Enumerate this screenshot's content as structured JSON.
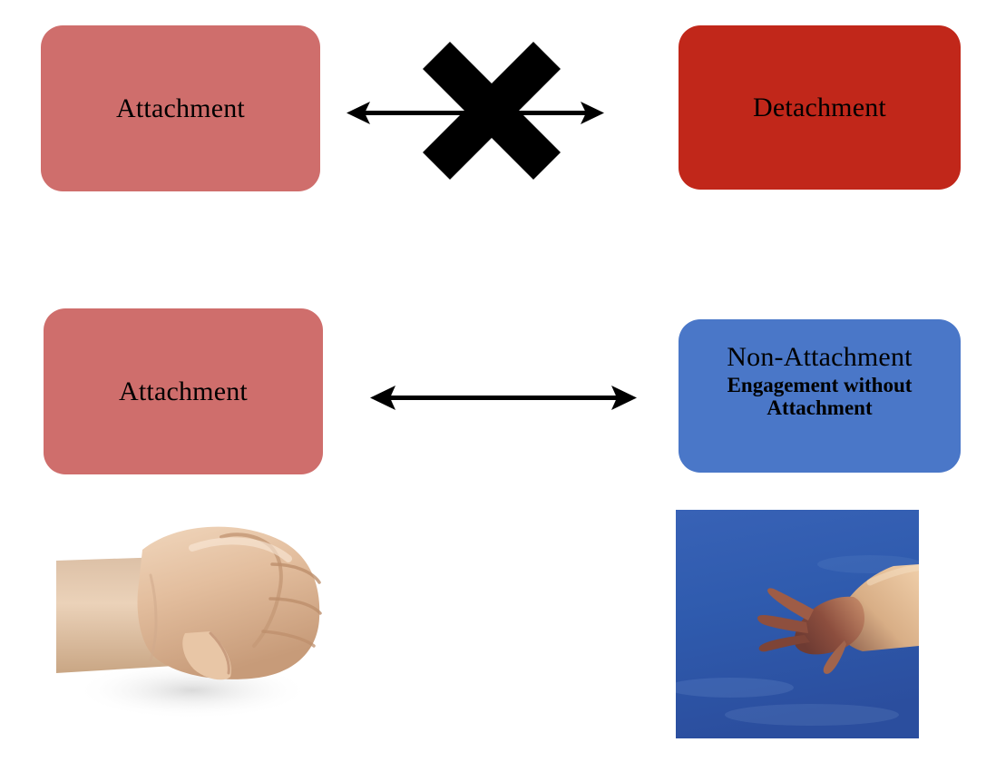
{
  "diagram": {
    "type": "concept-comparison",
    "background_color": "#ffffff",
    "rows": [
      {
        "id": "row-1",
        "relation": "negated",
        "left_label": "Attachment",
        "connector": "double-headed-arrow-crossed-out",
        "right_label": "Detachment"
      },
      {
        "id": "row-2",
        "relation": "affirmed",
        "left_label": "Attachment",
        "connector": "double-headed-arrow",
        "right_title": "Non-Attachment",
        "right_subtitle": "Engagement without Attachment"
      },
      {
        "id": "row-3",
        "relation": "illustration",
        "left_image": "clenched-fist-photo",
        "right_image": "open-hand-against-sky-photo"
      }
    ]
  },
  "boxes": {
    "attachment_1": {
      "label": "Attachment",
      "fill": "#CF6E6C",
      "text_color": "#000000"
    },
    "detachment": {
      "label": "Detachment",
      "fill": "#C1271A",
      "text_color": "#000000"
    },
    "attachment_2": {
      "label": "Attachment",
      "fill": "#CF6E6C",
      "text_color": "#000000"
    },
    "non_attachment": {
      "title": "Non-Attachment",
      "subtitle": "Engagement without Attachment",
      "fill": "#4A77C8",
      "text_color": "#000000"
    }
  },
  "connectors": {
    "row1": {
      "icon": "double-headed-arrow",
      "color": "#000000",
      "overlay_icon": "cross-out-x",
      "overlay_color": "#000000",
      "meaning": "not-the-same-as"
    },
    "row2": {
      "icon": "double-headed-arrow",
      "color": "#000000",
      "meaning": "contrasted-with"
    }
  },
  "images": {
    "fist": {
      "name": "clenched-fist-photo",
      "description": "Photograph of a clenched fist with forearm entering from the left on a white background",
      "background": "#ffffff",
      "skin_color": "#E3BE9E"
    },
    "open_hand": {
      "name": "open-hand-photo",
      "description": "Photograph of an open relaxed hand with forearm entering from the right against a blue sky",
      "background": "#2F5BAE",
      "skin_color": "#E5BC95"
    }
  }
}
